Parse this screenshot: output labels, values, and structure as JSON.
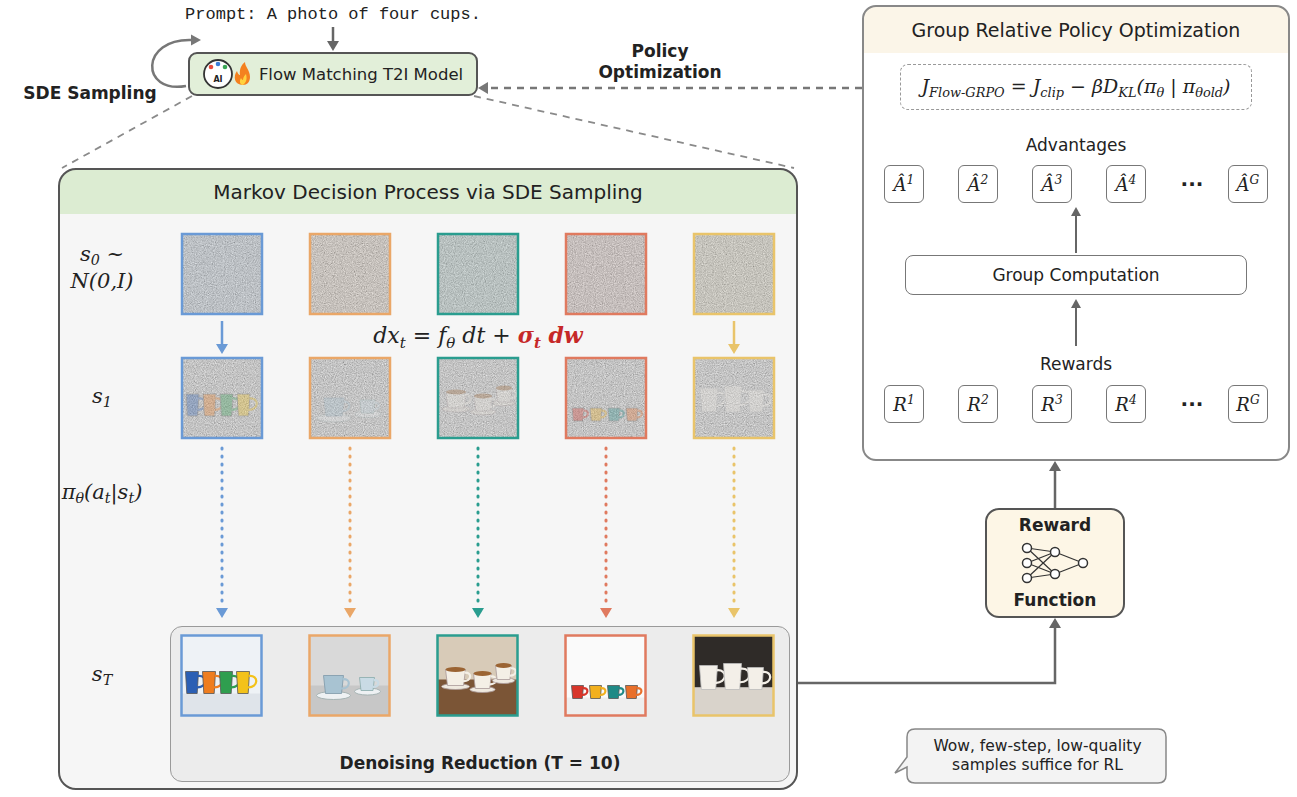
{
  "diagram": {
    "nodes": [
      {
        "text": [
          "Flow Matching T2I Model"
        ]
      },
      {
        "text": [
          "Markov Decision Process via SDE Sampling"
        ]
      },
      {
        "text": [
          "Denoising Reduction (T = 10)"
        ],
        "in": 1
      },
      {
        "text": [
          "Group Relative Policy Optimization"
        ]
      },
      {
        "text": [
          "JFlow-GRPO = Jclip − βDKL(πθ | πθold)"
        ],
        "in": 3
      },
      {
        "text": [
          "Â1"
        ],
        "in": 3
      },
      {
        "text": [
          "Â2"
        ],
        "in": 3
      },
      {
        "text": [
          "Â3"
        ],
        "in": 3
      },
      {
        "text": [
          "Â4"
        ],
        "in": 3
      },
      {
        "text": [
          "ÂG"
        ],
        "in": 3
      },
      {
        "text": [
          "Group Computation"
        ],
        "in": 3
      },
      {
        "text": [
          "R1"
        ],
        "in": 3
      },
      {
        "text": [
          "R2"
        ],
        "in": 3
      },
      {
        "text": [
          "R3"
        ],
        "in": 3
      },
      {
        "text": [
          "R4"
        ],
        "in": 3
      },
      {
        "text": [
          "RG"
        ],
        "in": 3
      },
      {
        "text": [
          "Reward",
          "Function"
        ]
      },
      {
        "text": [
          "Wow, few-step, low-quality samples suffice for RL"
        ]
      }
    ],
    "edges": [
      {
        "from": 3,
        "to": 0,
        "arrow": "to",
        "label": "Policy Optimization"
      },
      {
        "from": 0,
        "to": 1,
        "arrow": "none"
      },
      {
        "from": 0,
        "to": 1,
        "arrow": "none"
      },
      {
        "from": 2,
        "to": 16,
        "arrow": "to"
      },
      {
        "from": 16,
        "to": 3,
        "arrow": "to"
      }
    ],
    "labels": [
      "Prompt: A photo of four cups.",
      "AI",
      "SDE Sampling",
      "s0 ~ N(0,I)",
      "dxt = fθ dt + σt dw",
      "s1",
      "πθ(at|st)",
      "sT",
      "Advantages",
      "···",
      "Rewards",
      "···"
    ]
  }
}
